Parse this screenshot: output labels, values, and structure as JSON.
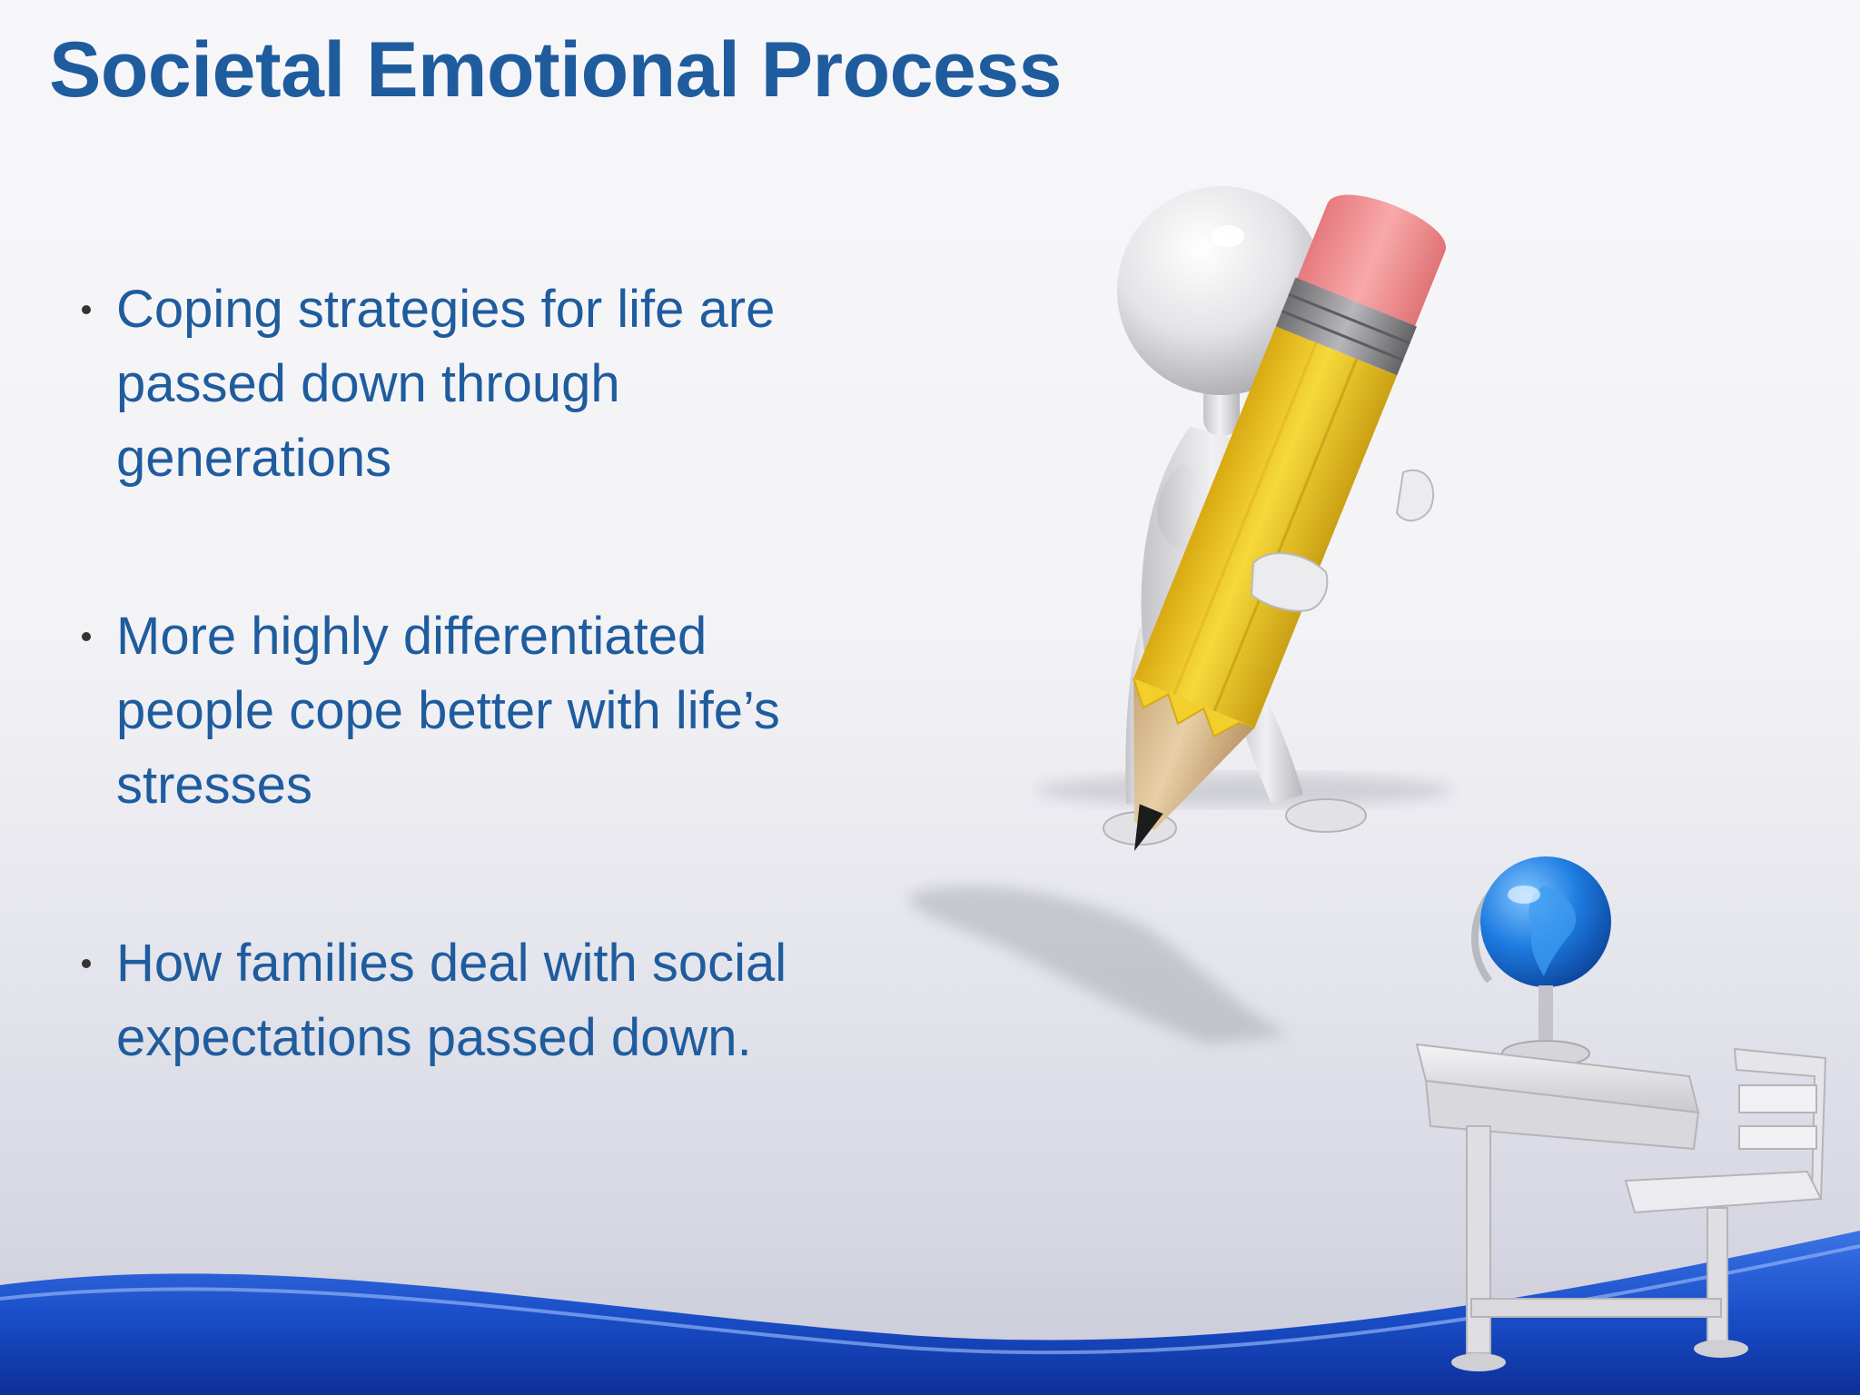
{
  "slide": {
    "title": "Societal Emotional Process",
    "bullets": [
      "Coping strategies for life are\npassed  down through\ngenerations",
      "More highly differentiated\npeople cope better with life’s\nstresses",
      "How families deal with social\nexpectations passed down."
    ]
  },
  "colors": {
    "title": "#1f5c9e",
    "body_text": "#1f5c9e",
    "wave": "#1a4fc9",
    "pencil_body": "#f2cf2a",
    "eraser": "#ef8d8f",
    "globe": "#1d7be0"
  },
  "icons": [
    "stick-figure-icon",
    "pencil-icon",
    "globe-icon",
    "school-desk-icon",
    "chair-icon"
  ]
}
